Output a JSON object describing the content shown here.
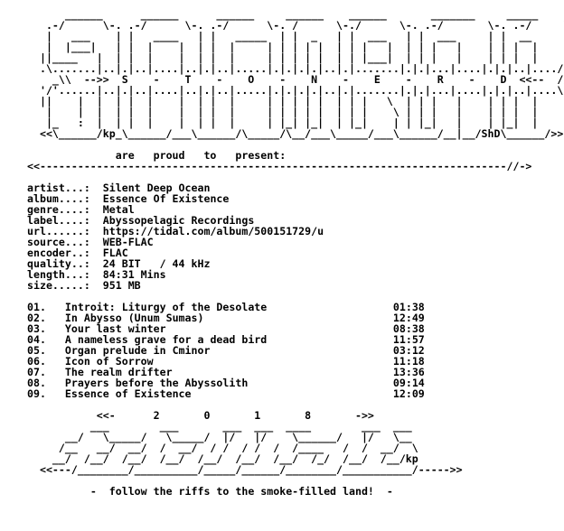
{
  "colors": {
    "background": "#ffffff",
    "text": "#000000"
  },
  "nfo": {
    "header_art": [
      "      ______      ______      ______     ______    ______       _______     _____",
      "   .-/      \\-. .-/      \\-. .-/      \\-. /      \\-./      \\-. .-/       \\-. .-/     \\-.",
      "   |   ___    | |   ____   | |   _____  | |  _   | |  ___   | |  ___     | |  __     |",
      "   |  |___|   | |  |    |  | |  |     | | | | |  | | |   |  | | |   |    | | |  |    |",
      "  ||____   |  | |  |    |  | |  |     | | | | |  | | |___|  | | |   |    | | |  |    ||",
      "  .\\.......|..|.|..|....|..|.|..|.....|.|.|.|.|..|.|.......|.|.|...|....|.|.|..|..../.",
      "    _\\\\  -->>  S    -    T    -    O    -    N    -    E    -    R    -    D  <<--  //_",
      "  '/'......|..|.|..|....|..|.|..|.....|.|.|.|.|..|.|.......|.|.|...|....|.|.|..|....\\.",
      "  ||    |  |  | |  |    |  | |  |     | | | | |  | | |   \\  | | |   |    | | |  |    ||",
      "   |    |  |  | |  |    |  | |  |     | | | | |  | | |    \\ | | |   |    | | |  |    |",
      "   |_   :  |  | |  |    |  | |  |     | |_| |_|  | |_|    | | |_|   |    | |_|  |    |",
      "  <<\\______/kp_\\______/___\\______/\\_____/\\__/___\\_____/___\\______/__|__/ShD\\______/>>"
    ],
    "present_line": "are   proud   to   present:",
    "divider": "<<--------------------------------------------------------------------------//->",
    "info_labels": [
      "artist...:",
      "album....:",
      "genre....:",
      "label....:",
      "url......:",
      "source...:",
      "encoder..:",
      "quality..:",
      "length...:",
      "size.....:"
    ],
    "info_values": [
      "Silent Deep Ocean",
      "Essence Of Existence",
      "Metal",
      "Abyssopelagic Recordings",
      "https://tidal.com/album/500151729/u",
      "WEB-FLAC",
      "FLAC",
      "24 BIT   / 44 kHz",
      "84:31 Mins",
      "951 MB"
    ],
    "tracks": [
      {
        "num": "01.",
        "title": "Introit: Liturgy of the Desolate",
        "time": "01:38"
      },
      {
        "num": "02.",
        "title": "In Abysso (Unum Sumas)",
        "time": "12:49"
      },
      {
        "num": "03.",
        "title": "Your last winter",
        "time": "08:38"
      },
      {
        "num": "04.",
        "title": "A nameless grave for a dead bird",
        "time": "11:57"
      },
      {
        "num": "05.",
        "title": "Organ prelude in Cminor",
        "time": "03:12"
      },
      {
        "num": "06.",
        "title": "Icon of Sorrow",
        "time": "11:18"
      },
      {
        "num": "07.",
        "title": "The realm drifter",
        "time": "13:36"
      },
      {
        "num": "08.",
        "title": "Prayers before the Abyssolith",
        "time": "09:14"
      },
      {
        "num": "09.",
        "title": "Essence of Existence",
        "time": "12:09"
      }
    ],
    "year_line": "<<-      2       0       1       8       ->>",
    "footer_art": [
      "          ___        ___       ___  ___  ____        ___  ___",
      "      __/   \\_____/   \\_____/  |/   |/    \\______/   |/   \\__",
      "     /__   __/  __/  /  __/  / /  / /  /  /____   /  /  __/  \\",
      "    __/  /__/  /__/  /__/  /__/  /__/  /__/  /_/  /__/  /__/kp",
      "  <<---/________/__________/_____/______/________/___________/----->>"
    ],
    "closing_line": "-  follow the riffs to the smoke-filled land!  -"
  }
}
